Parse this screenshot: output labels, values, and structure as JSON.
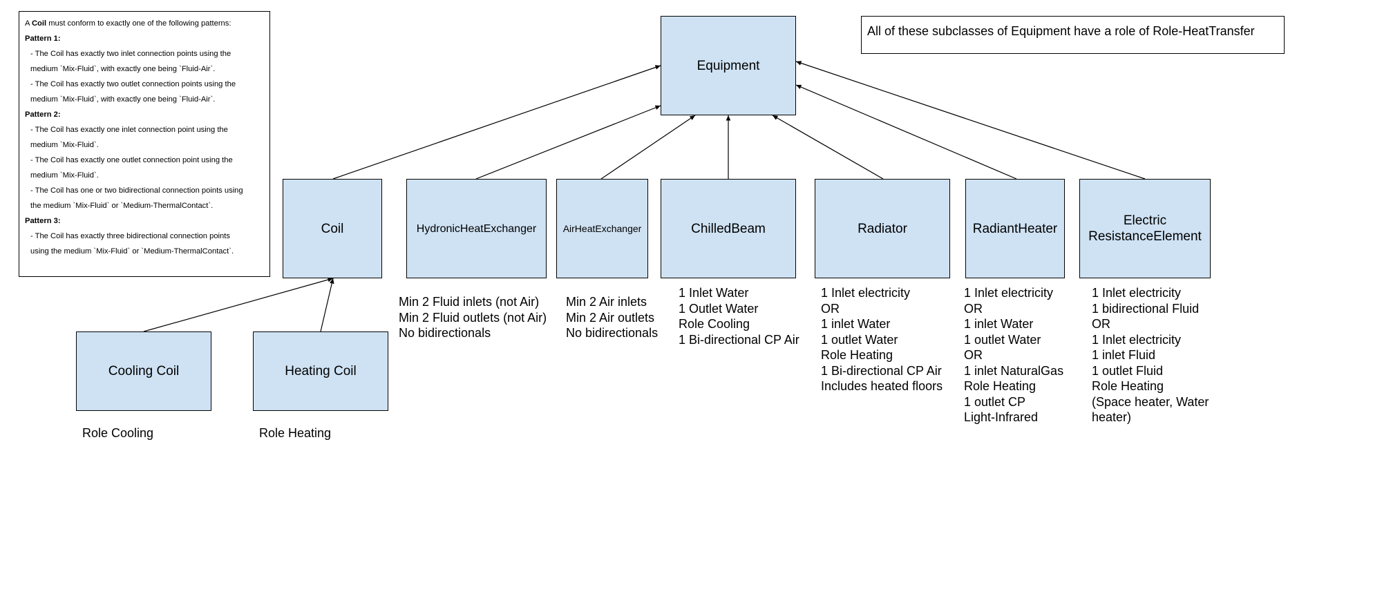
{
  "root": {
    "label": "Equipment"
  },
  "classes": [
    {
      "id": "coil",
      "label": "Coil"
    },
    {
      "id": "hydronic",
      "label": "HydronicHeatExchanger"
    },
    {
      "id": "air",
      "label": "AirHeatExchanger"
    },
    {
      "id": "chilled",
      "label": "ChilledBeam"
    },
    {
      "id": "radiator",
      "label": "Radiator"
    },
    {
      "id": "radiant",
      "label": "RadiantHeater"
    },
    {
      "id": "electric",
      "label_lines": [
        "Electric",
        "ResistanceElement"
      ]
    }
  ],
  "subclasses": [
    {
      "id": "cooling",
      "label": "Cooling Coil",
      "note": "Role Cooling"
    },
    {
      "id": "heating",
      "label": "Heating Coil",
      "note": "Role Heating"
    }
  ],
  "role_note": "All of these subclasses of Equipment have a role of Role-HeatTransfer",
  "notes": {
    "hydronic": [
      "Min 2 Fluid inlets (not Air)",
      "Min 2 Fluid outlets (not Air)",
      "No bidirectionals"
    ],
    "air": [
      "Min 2 Air inlets",
      "Min 2 Air outlets",
      "No bidirectionals"
    ],
    "chilled": [
      "1 Inlet Water",
      "1 Outlet Water",
      "Role Cooling",
      "1 Bi-directional CP Air"
    ],
    "radiator": [
      "1 Inlet electricity",
      "OR",
      "1 inlet Water",
      "1 outlet Water",
      "Role Heating",
      "1 Bi-directional CP Air",
      "Includes heated floors"
    ],
    "radiant": [
      "1 Inlet electricity",
      "OR",
      "1 inlet Water",
      "1 outlet Water",
      "OR",
      "1 inlet NaturalGas",
      "Role Heating",
      "1 outlet CP",
      "Light-Infrared"
    ],
    "electric": [
      "1 Inlet electricity",
      "1 bidirectional Fluid",
      "OR",
      "1 Inlet electricity",
      "1 inlet Fluid",
      "1 outlet Fluid",
      "Role Heating",
      "(Space heater, Water",
      "heater)"
    ]
  },
  "coil_rules": {
    "intro_prefix": "A ",
    "intro_bold": "Coil",
    "intro_suffix": " must conform to exactly one of the following patterns:",
    "patterns": [
      {
        "title": "Pattern 1:",
        "lines": [
          "- The Coil has exactly two inlet connection points using the",
          "medium `Mix-Fluid`, with exactly one being `Fluid-Air`.",
          "- The Coil has exactly two outlet connection points using the",
          "medium `Mix-Fluid`, with exactly one being `Fluid-Air`."
        ]
      },
      {
        "title": "Pattern 2:",
        "lines": [
          "- The Coil has exactly one inlet connection point using the",
          "medium `Mix-Fluid`.",
          "- The Coil has exactly one outlet connection point using the",
          "medium `Mix-Fluid`.",
          "- The Coil has one or two bidirectional connection points using",
          "the medium `Mix-Fluid` or `Medium-ThermalContact`."
        ]
      },
      {
        "title": "Pattern 3:",
        "lines": [
          "- The Coil has exactly three bidirectional connection points",
          "using the medium `Mix-Fluid` or `Medium-ThermalContact`."
        ]
      }
    ]
  }
}
